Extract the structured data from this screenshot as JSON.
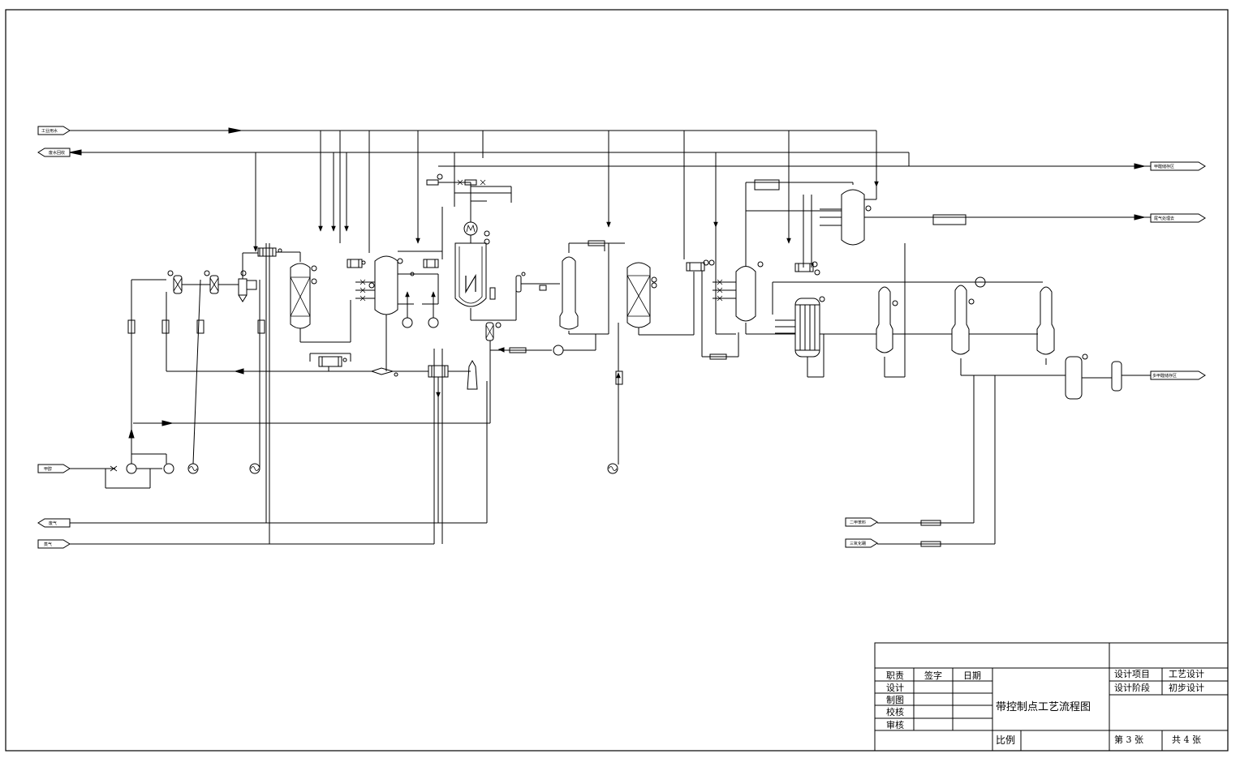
{
  "streams": {
    "fresh_water": "工业用水",
    "waste_return": "废水回收",
    "methanol_feed": "甲醇",
    "tail_gas": "废气",
    "steam": "蒸气",
    "product_1": "甲醛储存区",
    "product_2": "尾气处理去",
    "product_3": "多甲醛储存区",
    "in_1": "二甲苯料",
    "in_2": "三氧化硼"
  },
  "title_block": {
    "col_role": "职责",
    "col_sign": "签字",
    "col_date": "日期",
    "rows": [
      "设计",
      "制图",
      "校核",
      "审核"
    ],
    "drawing_title": "带控制点工艺流程图",
    "scale_label": "比例",
    "project_label": "设计项目",
    "project_value": "工艺设计",
    "stage_label": "设计阶段",
    "stage_value": "初步设计",
    "sheet_no": "第 3 张",
    "sheet_total": "共 4 张"
  }
}
